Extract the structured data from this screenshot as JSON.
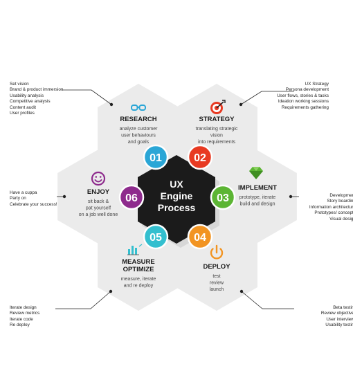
{
  "center": {
    "line1": "UX",
    "line2": "Engine",
    "line3": "Process"
  },
  "steps": [
    {
      "id": "research",
      "number": "01",
      "title": "RESEARCH",
      "title2": "",
      "desc": [
        "analyze customer",
        "user behaviours",
        "and goals"
      ],
      "color": "#2aa6d6",
      "icon": "glasses-icon",
      "notes": [
        "Set vision",
        "Brand & product immersion",
        "Usability analysis",
        "Competitive analysis",
        "Content audit",
        "User profiles"
      ]
    },
    {
      "id": "strategy",
      "number": "02",
      "title": "STRATEGY",
      "title2": "",
      "desc": [
        "translating strategic",
        "vision",
        "into requirements"
      ],
      "color": "#e83a22",
      "icon": "target-icon",
      "notes": [
        "UX Strategy",
        "Persona development",
        "User flows, stories & tasks",
        "Ideation working sessions",
        "Requirements gathering"
      ]
    },
    {
      "id": "implement",
      "number": "03",
      "title": "IMPLEMENT",
      "title2": "",
      "desc": [
        "prototype, iterate",
        "build and design"
      ],
      "color": "#5cb534",
      "icon": "gem-icon",
      "notes": [
        "Development",
        "Story boarding",
        "Information architecture",
        "Prototypes/ concepts",
        "Visual design"
      ]
    },
    {
      "id": "deploy",
      "number": "04",
      "title": "DEPLOY",
      "title2": "",
      "desc": [
        "test",
        "review",
        "launch"
      ],
      "color": "#f29422",
      "icon": "power-icon",
      "notes": [
        "Beta testing",
        "Review objectives",
        "User interviews",
        "Usability testing"
      ]
    },
    {
      "id": "measure",
      "number": "05",
      "title": "MEASURE",
      "title2": "OPTIMIZE",
      "desc": [
        "measure, iterate",
        "and re deploy"
      ],
      "color": "#33bfcf",
      "icon": "bar-chart-icon",
      "notes": [
        "Iterate design",
        "Review metrics",
        "Iterate code",
        "Re deploy"
      ]
    },
    {
      "id": "enjoy",
      "number": "06",
      "title": "ENJOY",
      "title2": "",
      "desc": [
        "sit back &",
        "pat yourself",
        "on a job well done"
      ],
      "color": "#8e2b8d",
      "icon": "smiley-icon",
      "notes": [
        "Have a cuppa",
        "Party on",
        "Celebrate your success!"
      ]
    }
  ]
}
